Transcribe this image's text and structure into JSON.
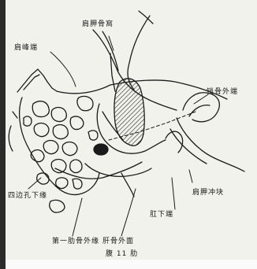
{
  "figure": {
    "paper_color": "#f2f2ed",
    "ink_color": "#1b1b1b",
    "hatch_color": "#2a2a2a"
  },
  "labels": {
    "label_1": "肩胛骨窩",
    "label_2": "肩峰端",
    "label_3": "锁骨外端",
    "label_4": "四边孔下缘",
    "label_5": "肩胛冲块",
    "label_6": "肛下端",
    "label_7": "第一肋骨外缘",
    "label_8": "肝骨外面",
    "label_9": "腹 11 肋"
  }
}
